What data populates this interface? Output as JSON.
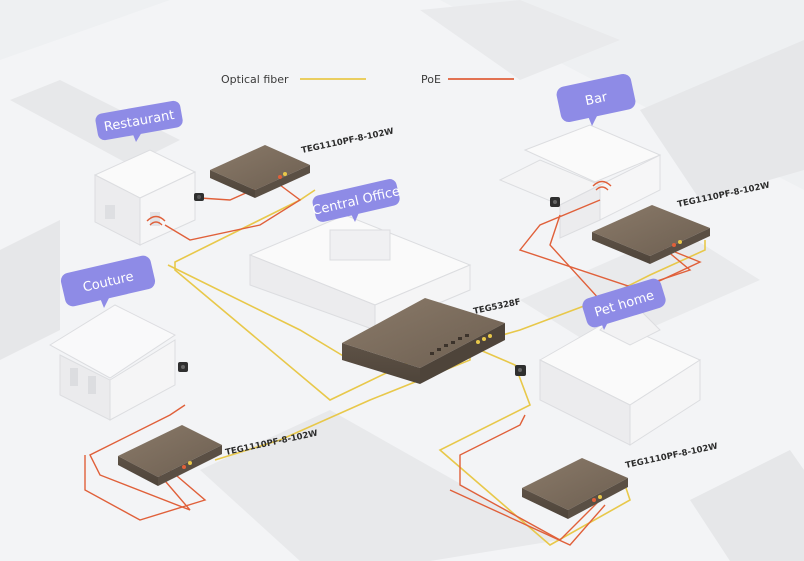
{
  "legend": {
    "fiber_label": "Optical fiber",
    "poe_label": "PoE"
  },
  "colors": {
    "fiber": "#e8c84a",
    "poe": "#e0603a",
    "label_bg": "#8e8be6",
    "switch_body": "#7b6c5d",
    "background": "#eeeff1"
  },
  "locations": {
    "restaurant": "Restaurant",
    "central_office": "Central Office",
    "bar": "Bar",
    "couture": "Couture",
    "pet_home": "Pet home"
  },
  "switches": {
    "restaurant_model": "TEG1110PF-8-102W",
    "core_model": "TEG5328F",
    "bar_model": "TEG1110PF-8-102W",
    "couture_model": "TEG1110PF-8-102W",
    "pethome_model": "TEG1110PF-8-102W"
  }
}
